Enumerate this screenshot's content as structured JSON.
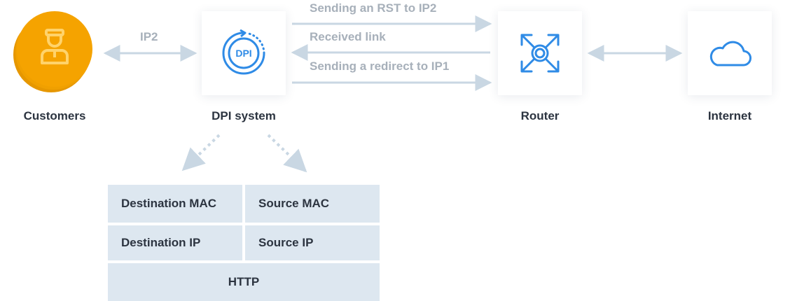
{
  "nodes": {
    "customers": {
      "label": "Customers"
    },
    "dpi": {
      "label": "DPI system",
      "icon_text": "DPI"
    },
    "router": {
      "label": "Router"
    },
    "internet": {
      "label": "Internet"
    }
  },
  "edges": {
    "customers_dpi": "IP2",
    "dpi_to_router_rst": "Sending an RST to IP2",
    "router_to_dpi_link": "Received link",
    "dpi_to_router_redirect": "Sending a redirect to IP1"
  },
  "packet": {
    "destination_mac": "Destination MAC",
    "source_mac": "Source MAC",
    "destination_ip": "Destination IP",
    "source_ip": "Source IP",
    "http": "HTTP"
  },
  "colors": {
    "accent_blue": "#2f8be6",
    "customer_orange": "#f5a300",
    "arrow_gray": "#c9d7e3",
    "packet_fill": "#dde7f0"
  }
}
